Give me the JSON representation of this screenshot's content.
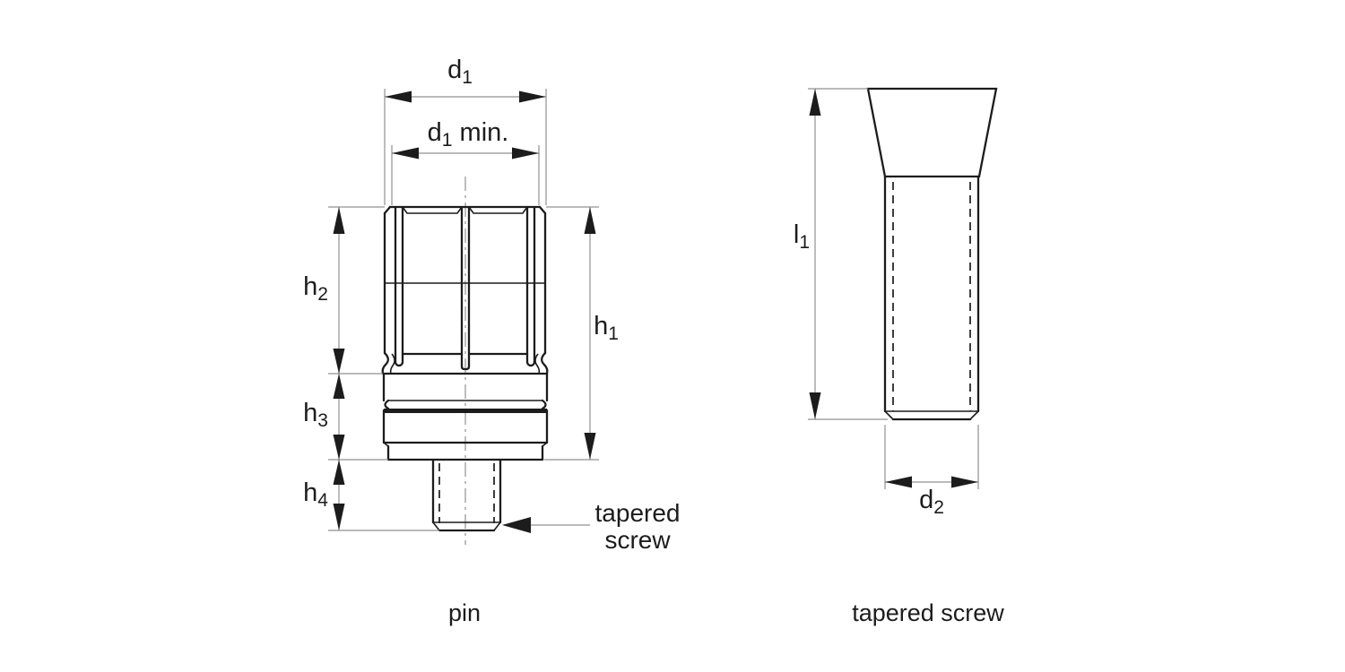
{
  "figure": {
    "type": "technical-drawing",
    "views": [
      "pin front view with dimension chain",
      "tapered screw side view"
    ]
  },
  "colors": {
    "background": "#ffffff",
    "object_line": "#1c1c1c",
    "dimension_line": "#919191",
    "text": "#1c1c1c"
  },
  "pin": {
    "caption": "pin",
    "labels": {
      "d1": {
        "base": "d",
        "sub": "1",
        "suffix": ""
      },
      "d1_min": {
        "base": "d",
        "sub": "1",
        "suffix": " min."
      },
      "h1": {
        "base": "h",
        "sub": "1"
      },
      "h2": {
        "base": "h",
        "sub": "2"
      },
      "h3": {
        "base": "h",
        "sub": "3"
      },
      "h4": {
        "base": "h",
        "sub": "4"
      }
    },
    "leader": {
      "line1": "tapered",
      "line2": "screw"
    }
  },
  "screw": {
    "caption": "tapered screw",
    "labels": {
      "l1": {
        "base": "l",
        "sub": "1"
      },
      "d2": {
        "base": "d",
        "sub": "2"
      }
    }
  }
}
